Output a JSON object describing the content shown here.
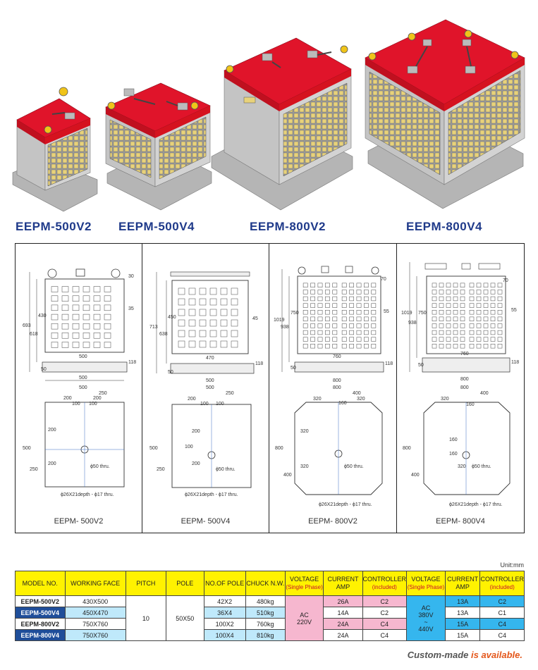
{
  "products": [
    {
      "name": "EEPM-500V2"
    },
    {
      "name": "EEPM-500V4"
    },
    {
      "name": "EEPM-800V2"
    },
    {
      "name": "EEPM-800V4"
    }
  ],
  "drawings": [
    {
      "caption": "EEPM- 500V2",
      "front_dims": [
        "30",
        "693",
        "618",
        "430",
        "35",
        "500",
        "118",
        "50",
        "500"
      ],
      "plan_dims": [
        "500",
        "250",
        "200",
        "200",
        "100",
        "100",
        "500",
        "200",
        "200",
        "250"
      ],
      "hole_note": "ϕ50 thru.",
      "tap_note": "ϕ26X21depth - ϕ17 thru."
    },
    {
      "caption": "EEPM- 500V4",
      "front_dims": [
        "713",
        "638",
        "450",
        "45",
        "470",
        "118",
        "50",
        "500"
      ],
      "plan_dims": [
        "500",
        "250",
        "200",
        "100",
        "100",
        "100",
        "200",
        "500",
        "250",
        "200"
      ],
      "hole_note": "ϕ50 thru.",
      "tap_note": "ϕ26X21depth - ϕ17 thru."
    },
    {
      "caption": "EEPM- 800V2",
      "front_dims": [
        "1019",
        "938",
        "750",
        "70",
        "55",
        "760",
        "118",
        "50",
        "800"
      ],
      "plan_dims": [
        "800",
        "400",
        "320",
        "160",
        "320",
        "800",
        "320",
        "320",
        "400"
      ],
      "hole_note": "ϕ50 thru.",
      "tap_note": "ϕ26X21depth - ϕ17 thru."
    },
    {
      "caption": "EEPM- 800V4",
      "front_dims": [
        "1019",
        "938",
        "750",
        "70",
        "55",
        "760",
        "118",
        "50",
        "800"
      ],
      "plan_dims": [
        "800",
        "400",
        "320",
        "160",
        "160",
        "800",
        "160",
        "320",
        "400"
      ],
      "hole_note": "ϕ50 thru.",
      "tap_note": "ϕ26X21depth - ϕ17 thru."
    }
  ],
  "table": {
    "unit": "Unit:mm",
    "headers": {
      "model": "MODEL NO.",
      "working_face": "WORKING FACE",
      "pitch": "PITCH",
      "pole": "POLE",
      "no_of_pole": "NO.OF POLE",
      "chuck_nw": "CHUCK N.W.",
      "voltage": "VOLTAGE",
      "single_phase": "(Single Phase)",
      "current": "CURRENT AMP",
      "controller": "CONTROLLER",
      "included": "(included)",
      "voltage2": "VOLTAGE",
      "single_phase2": "(Single Phase)",
      "current2": "CURRENT AMP",
      "controller2": "CONTROLLER",
      "included2": "(included)"
    },
    "rows": [
      {
        "model": "EEPM-500V2",
        "face": "430X500",
        "poles": "42X2",
        "nw": "480kg",
        "amp1": "26A",
        "ctrl1": "C2",
        "amp2": "13A",
        "ctrl2": "C2"
      },
      {
        "model": "EEPM-500V4",
        "face": "450X470",
        "poles": "36X4",
        "nw": "510kg",
        "amp1": "14A",
        "ctrl1": "C2",
        "amp2": "13A",
        "ctrl2": "C1"
      },
      {
        "model": "EEPM-800V2",
        "face": "750X760",
        "poles": "100X2",
        "nw": "760kg",
        "amp1": "24A",
        "ctrl1": "C4",
        "amp2": "15A",
        "ctrl2": "C4"
      },
      {
        "model": "EEPM-800V4",
        "face": "750X760",
        "poles": "100X4",
        "nw": "810kg",
        "amp1": "24A",
        "ctrl1": "C4",
        "amp2": "15A",
        "ctrl2": "C4"
      }
    ],
    "pitch": "10",
    "pole": "50X50",
    "voltage1": {
      "line1": "AC",
      "line2": "220V"
    },
    "voltage2": {
      "line1": "AC",
      "line2": "380V",
      "line3": "~",
      "line4": "440V"
    }
  },
  "footer": {
    "prefix": "Custom-made ",
    "highlight": "is available."
  },
  "colors": {
    "top": "#e0142a",
    "body": "#c9c9c9",
    "pole": "#e8d27a",
    "title": "#1f3a8a",
    "header": "#fff200",
    "pink": "#f6b7cf",
    "blue": "#35b6ee"
  }
}
